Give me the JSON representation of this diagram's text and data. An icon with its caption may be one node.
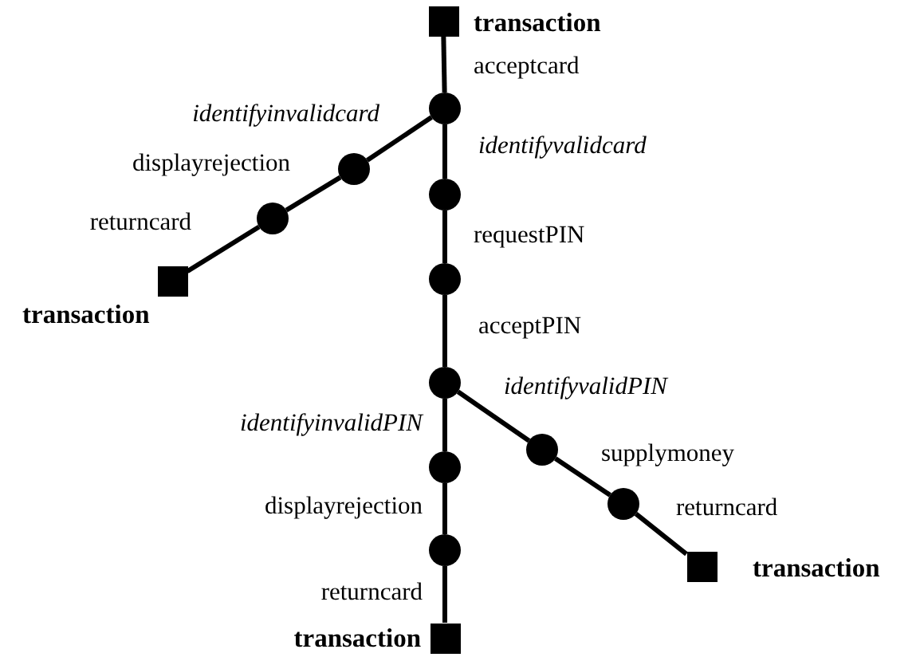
{
  "diagram": {
    "nodes": [
      {
        "text": [],
        "shape": "box",
        "beside": [
          "transaction"
        ]
      },
      {
        "text": [],
        "shape": "circle"
      },
      {
        "text": [],
        "shape": "circle"
      },
      {
        "text": [],
        "shape": "circle"
      },
      {
        "text": [],
        "shape": "box",
        "beside": [
          "transaction"
        ]
      },
      {
        "text": [],
        "shape": "circle"
      },
      {
        "text": [],
        "shape": "circle"
      },
      {
        "text": [],
        "shape": "circle"
      },
      {
        "text": [],
        "shape": "circle"
      },
      {
        "text": [],
        "shape": "circle"
      },
      {
        "text": [],
        "shape": "box",
        "beside": [
          "transaction"
        ]
      },
      {
        "text": [],
        "shape": "circle"
      },
      {
        "text": [],
        "shape": "circle"
      },
      {
        "text": [],
        "shape": "box",
        "beside": [
          "transaction"
        ]
      }
    ],
    "edges": [
      {
        "from": 0,
        "to": 1,
        "arrow": "none",
        "label": "acceptcard"
      },
      {
        "from": 1,
        "to": 2,
        "arrow": "none",
        "label": "*identifyinvalidcard*"
      },
      {
        "from": 2,
        "to": 3,
        "arrow": "none",
        "label": "displayrejection"
      },
      {
        "from": 3,
        "to": 4,
        "arrow": "none",
        "label": "returncard"
      },
      {
        "from": 1,
        "to": 5,
        "arrow": "none",
        "label": "*identifyvalidcard*"
      },
      {
        "from": 5,
        "to": 6,
        "arrow": "none",
        "label": "requestPIN"
      },
      {
        "from": 6,
        "to": 7,
        "arrow": "none",
        "label": "acceptPIN"
      },
      {
        "from": 7,
        "to": 8,
        "arrow": "none",
        "label": "*identifyvalidPIN*"
      },
      {
        "from": 8,
        "to": 9,
        "arrow": "none",
        "label": "supplymoney"
      },
      {
        "from": 9,
        "to": 10,
        "arrow": "none",
        "label": "returncard"
      },
      {
        "from": 7,
        "to": 11,
        "arrow": "none",
        "label": "*identifyinvalidPIN*"
      },
      {
        "from": 11,
        "to": 12,
        "arrow": "none",
        "label": "displayrejection"
      },
      {
        "from": 12,
        "to": 13,
        "arrow": "none",
        "label": "returncard"
      }
    ]
  }
}
